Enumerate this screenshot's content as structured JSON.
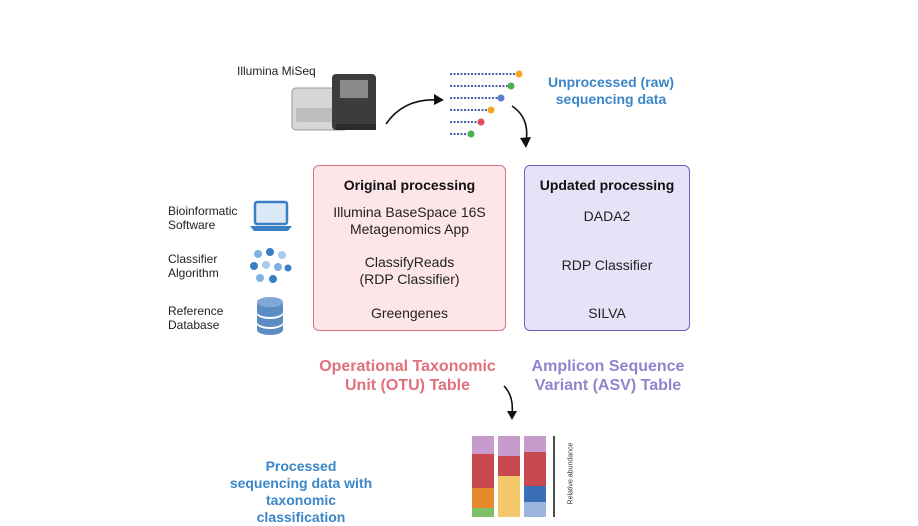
{
  "instrument": {
    "label": "Illumina MiSeq"
  },
  "raw_data": {
    "title": "Unprocessed (raw)\nsequencing data"
  },
  "legend": {
    "software": "Bioinformatic\nSoftware",
    "classifier": "Classifier\nAlgorithm",
    "database": "Reference\nDatabase"
  },
  "original": {
    "title": "Original  processing",
    "software": "Illumina BaseSpace 16S\nMetagenomics App",
    "classifier": "ClassifyReads\n(RDP Classifier)",
    "database": "Greengenes"
  },
  "updated": {
    "title": "Updated processing",
    "software": "DADA2",
    "classifier": "RDP Classifier",
    "database": "SILVA"
  },
  "outputs": {
    "otu": "Operational Taxonomic\nUnit (OTU) Table",
    "asv": "Amplicon Sequence\nVariant (ASV) Table"
  },
  "processed": {
    "title": "Processed\nsequencing data with\ntaxonomic\nclassification"
  },
  "bar_axis": {
    "label": "Relative abundance"
  },
  "colors": {
    "blue_text": "#3a86c9",
    "otu_pink": "#e0707c",
    "asv_purple": "#8d86cf",
    "orig_bg": "#fde6ea",
    "upd_bg": "#e5e3f7"
  }
}
